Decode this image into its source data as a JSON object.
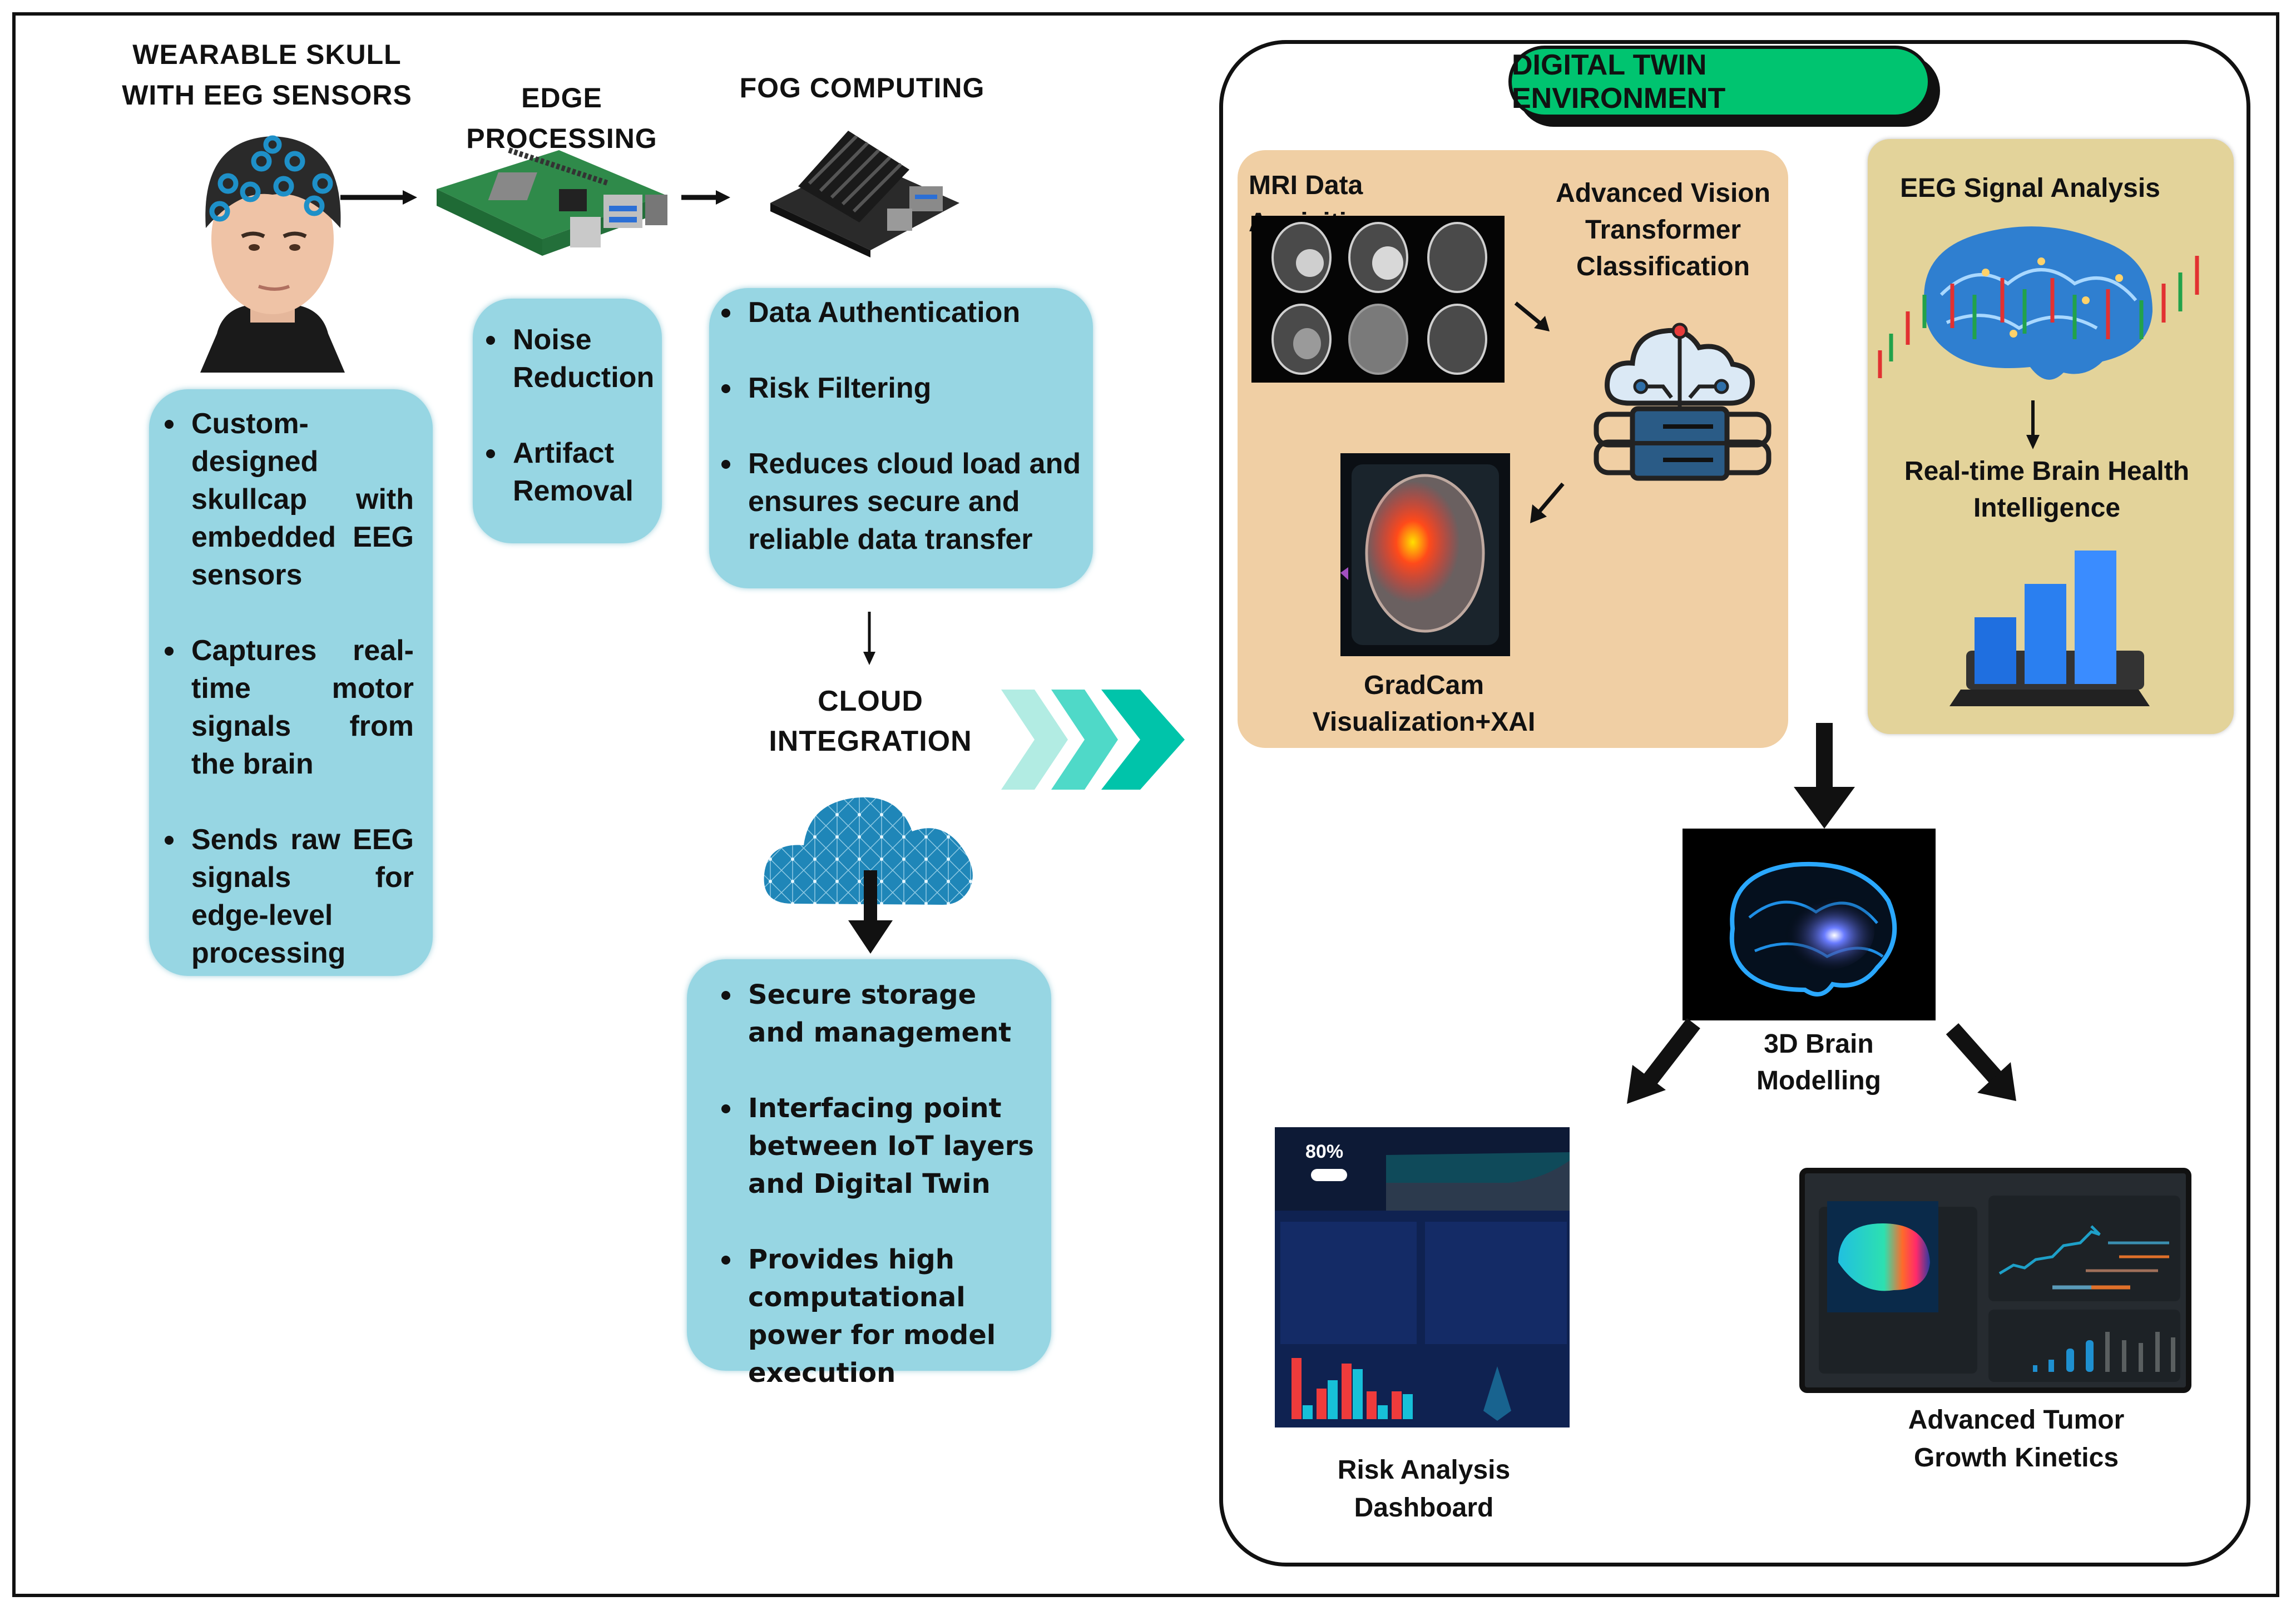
{
  "headers": {
    "wearable": "WEARABLE SKULL",
    "wearable_line2": "WITH EEG SENSORS",
    "edge": "EDGE PROCESSING",
    "fog": "FOG COMPUTING",
    "cloud": "CLOUD",
    "cloud_line2": "INTEGRATION"
  },
  "skull_box": {
    "items": [
      "Custom-designed skullcap with embedded EEG sensors",
      "Captures real-time motor signals from the brain",
      "Sends raw EEG signals for edge-level processing"
    ]
  },
  "edge_box": {
    "items": [
      "Noise Reduction",
      "Artifact Removal"
    ]
  },
  "fog_box": {
    "items": [
      "Data Authentication",
      "Risk Filtering",
      "Reduces cloud load and ensures secure and reliable data transfer"
    ]
  },
  "cloud_box": {
    "items": [
      "Secure storage and management",
      "Interfacing point between IoT layers and Digital Twin",
      "Provides high computational power for model execution"
    ]
  },
  "digital_twin": {
    "title": "DIGITAL TWIN ENVIRONMENT",
    "mri_title": "MRI Data Aquisition",
    "vit_title": "Advanced Vision Transformer Classification",
    "gradcam_title": "GradCam Visualization+XAI",
    "eeg_title": "EEG Signal Analysis",
    "realtime_title": "Real-time Brain Health Intelligence",
    "brain3d_title": "3D Brain Modelling",
    "risk_title": "Risk Analysis Dashboard",
    "tumor_title": "Advanced Tumor Growth Kinetics",
    "risk_dashboard_value": "80%"
  },
  "colors": {
    "box_fill": "#97d6e3",
    "twin_pill": "#00c470",
    "mri_panel": "#f0cfa4",
    "eeg_panel": "#e3d39a",
    "chevron_light": "#b2ece3",
    "chevron_mid": "#4fd9c8",
    "chevron_dark": "#00c4aa"
  }
}
